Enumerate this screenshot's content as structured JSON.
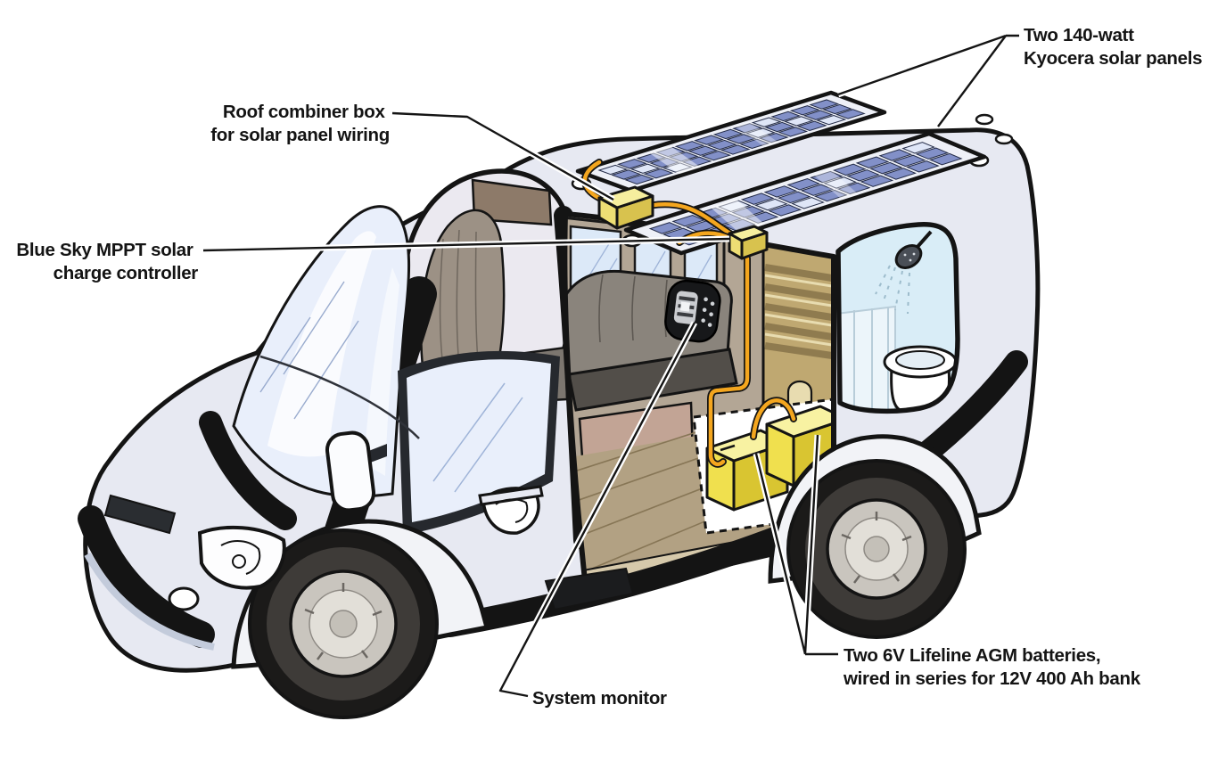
{
  "diagram": {
    "subject": "camper-van-solar-electric-system-cutaway",
    "background_color": "#ffffff"
  },
  "labels": {
    "solar_panels": {
      "line1": "Two 140-watt",
      "line2": "Kyocera solar panels"
    },
    "combiner_box": {
      "line1": "Roof combiner box",
      "line2": "for solar panel wiring"
    },
    "charge_controller": {
      "line1": "Blue Sky MPPT solar",
      "line2": "charge controller"
    },
    "system_monitor": {
      "line1": "System monitor"
    },
    "batteries": {
      "line1": "Two 6V Lifeline AGM batteries,",
      "line2": "wired in series for 12V 400 Ah bank"
    }
  },
  "colors": {
    "van_body": "#e7e9f2",
    "outline_black": "#141414",
    "trim_stripe": "#383b41",
    "pillar_black": "#26292e",
    "glass": "#e9effb",
    "glass_shade": "#c3d2f0",
    "solar_cell": "#8290c8",
    "solar_cell_glint": "#dfe6f7",
    "panel_frame": "#eef0f7",
    "wire_orange": "#f4a61e",
    "junction_box_yellow": "#f2e68c",
    "battery_yellow": "#f0e04e",
    "cabinet_tan": "#a98f7e",
    "counter_cream": "#f2e7b0",
    "wardrobe_khaki": "#bfa871",
    "bench_gray": "#8a847c",
    "floor_tan": "#b2a183",
    "bathroom_blue": "#d9edf7",
    "wheel_rim_gray": "#c9c5be",
    "interior_taupe": "#b3a695"
  }
}
